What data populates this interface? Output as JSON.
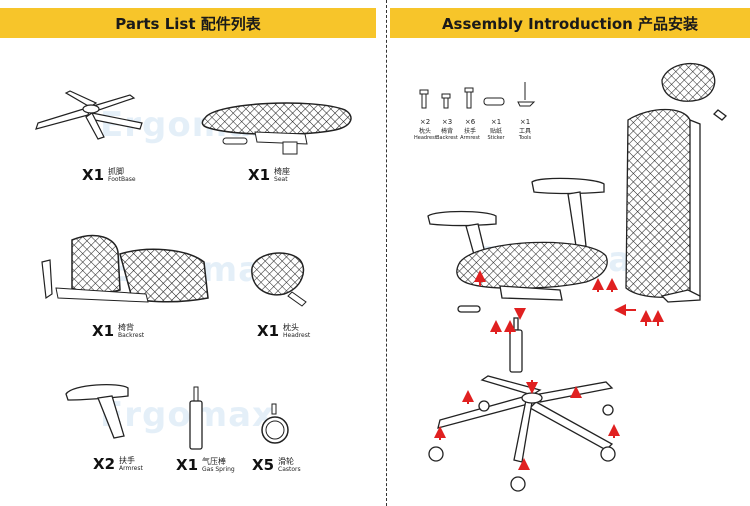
{
  "header": {
    "parts_title": "Parts List 配件列表",
    "assembly_title": "Assembly Introduction 产品安装"
  },
  "watermark": "Ergomax",
  "parts": [
    {
      "qty": "X1",
      "cn": "抓脚",
      "en": "FootBase"
    },
    {
      "qty": "X1",
      "cn": "椅座",
      "en": "Seat"
    },
    {
      "qty": "X1",
      "cn": "椅背",
      "en": "Backrest"
    },
    {
      "qty": "X1",
      "cn": "枕头",
      "en": "Headrest"
    },
    {
      "qty": "X2",
      "cn": "扶手",
      "en": "Armrest"
    },
    {
      "qty": "X1",
      "cn": "气压棒",
      "en": "Gas Spring"
    },
    {
      "qty": "X5",
      "cn": "滑轮",
      "en": "Castors"
    }
  ],
  "hardware": [
    {
      "qty": "×2",
      "cn": "枕头",
      "en": "Headrest"
    },
    {
      "qty": "×3",
      "cn": "椅背",
      "en": "Backrest"
    },
    {
      "qty": "×6",
      "cn": "扶手",
      "en": "Armrest"
    },
    {
      "qty": "×1",
      "cn": "贴纸",
      "en": "Sticker"
    },
    {
      "qty": "×1",
      "cn": "工具",
      "en": "Tools"
    }
  ],
  "colors": {
    "header": "#f7c52a",
    "arrow": "#e02020",
    "watermark": "#cfe3f4"
  }
}
